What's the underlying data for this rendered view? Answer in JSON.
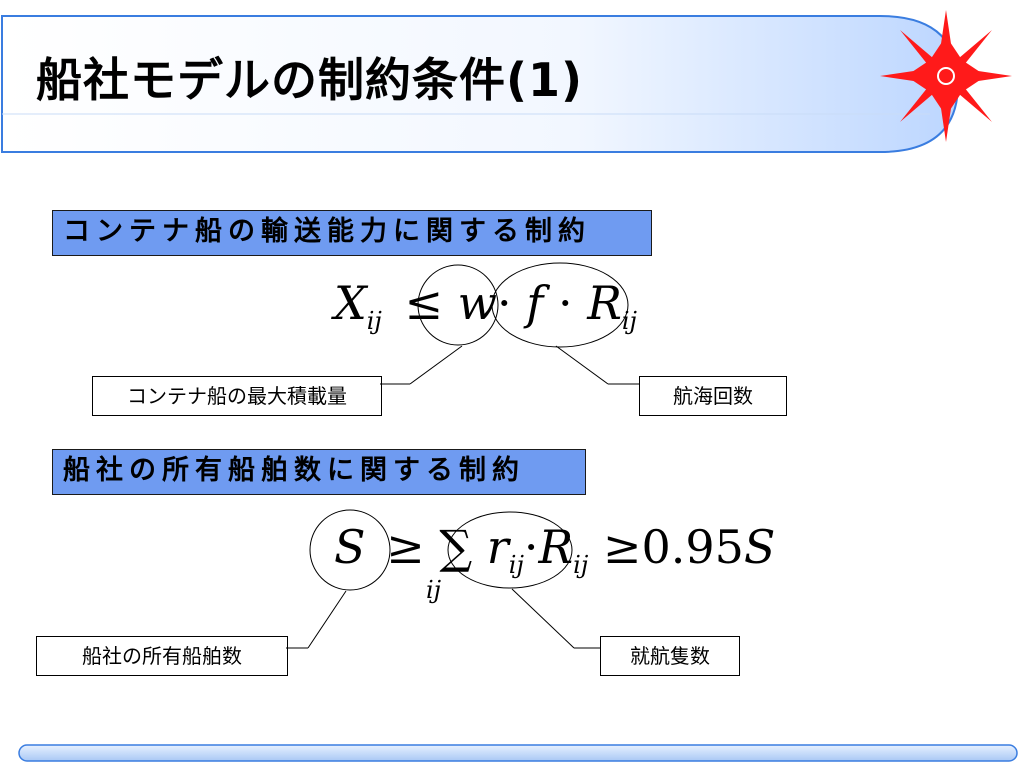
{
  "slide": {
    "title": "船社モデルの制約条件(1)"
  },
  "section1": {
    "heading": "コンテナ船の輸送能力に関する制約",
    "formula": {
      "lhs": "X",
      "lhs_sub": "ij",
      "op": "≤",
      "w": "w",
      "dot1": "·",
      "f": "f",
      "dot2": "·",
      "R": "R",
      "R_sub": "ij"
    },
    "label_left": "コンテナ船の最大積載量",
    "label_right": "航海回数"
  },
  "section2": {
    "heading": "船社の所有船舶数に関する制約",
    "formula": {
      "S": "S",
      "op1": "≥",
      "sum": "∑",
      "sum_sub": "ij",
      "r": "r",
      "r_sub": "ij",
      "dot": "·",
      "R": "R",
      "R_sub": "ij",
      "op2": "≥",
      "coef": "0.95",
      "S2": "S"
    },
    "label_left": "船社の所有船舶数",
    "label_right": "就航隻数"
  },
  "colors": {
    "section_bg": "#6f9bf1",
    "star": "#ff1a1a",
    "title_bar": "#3a7de0"
  }
}
